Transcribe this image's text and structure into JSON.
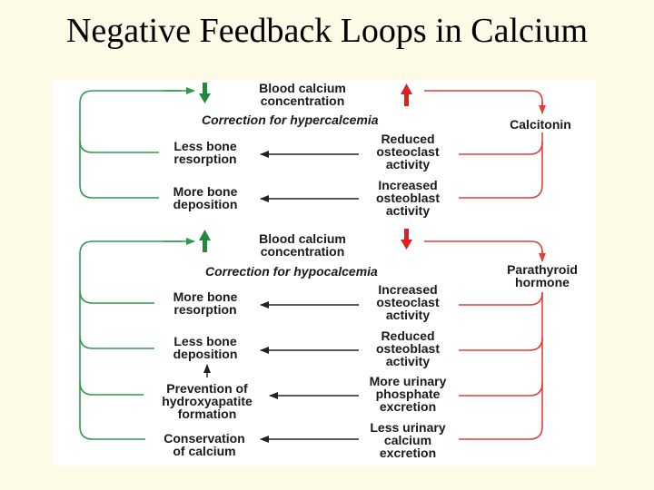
{
  "title": "Negative Feedback Loops in Calcium",
  "colors": {
    "green": "#2e9a4a",
    "red": "#e0403c",
    "arrow": "#222222",
    "green_fill": "#1f8a3a",
    "red_fill": "#e02020"
  },
  "top": {
    "header": "Blood calcium\nconcentration",
    "correction": "Correction for hypercalcemia",
    "hormone": "Calcitonin",
    "rows": [
      {
        "effect": "Less bone\nresorption",
        "cause": "Reduced\nosteoclast\nactivity"
      },
      {
        "effect": "More bone\ndeposition",
        "cause": "Increased\nosteoblast\nactivity"
      }
    ]
  },
  "bottom": {
    "header": "Blood calcium\nconcentration",
    "correction": "Correction for hypocalcemia",
    "hormone": "Parathyroid\nhormone",
    "rows": [
      {
        "effect": "More bone\nresorption",
        "cause": "Increased\nosteoclast\nactivity"
      },
      {
        "effect": "Less bone\ndeposition",
        "cause": "Reduced\nosteoblast\nactivity"
      },
      {
        "effect": "Prevention of\nhydroxyapatite\nformation",
        "cause": "More urinary\nphosphate\nexcretion"
      },
      {
        "effect": "Conservation\nof calcium",
        "cause": "Less urinary\ncalcium\nexcretion"
      }
    ]
  }
}
